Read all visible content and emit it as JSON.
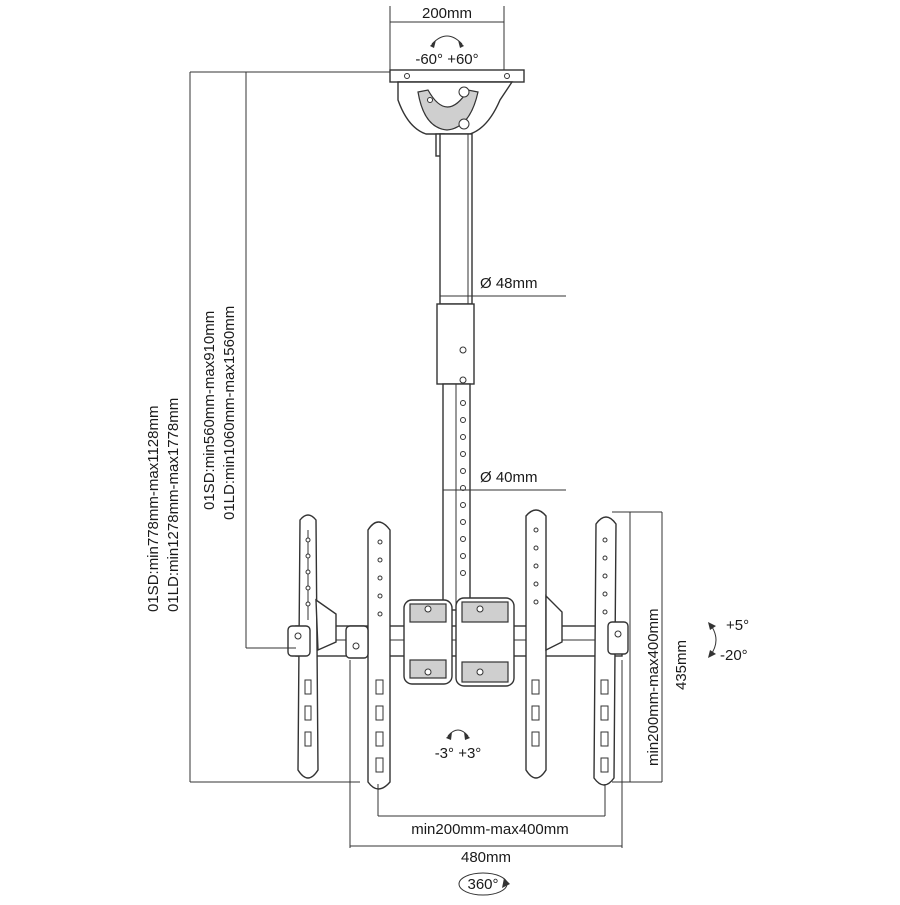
{
  "labels": {
    "top_width": "200mm",
    "top_rotation": "-60° +60°",
    "tube_upper_diameter": "Ø 48mm",
    "tube_lower_diameter": "Ø 40mm",
    "outer_height": "01SD:min778mm-max1128mm",
    "outer_height_ld": "01LD:min1278mm-max1778mm",
    "inner_height": "01SD:min560mm-max910mm",
    "inner_height_ld": "01LD:min1060mm-max1560mm",
    "vesa_vertical": "min200mm-max400mm",
    "bracket_height": "435mm",
    "tilt_up": "+5°",
    "tilt_down": "-20°",
    "level_adjust": "-3° +3°",
    "vesa_horizontal": "min200mm-max400mm",
    "arm_width": "480mm",
    "swivel": "360°"
  }
}
